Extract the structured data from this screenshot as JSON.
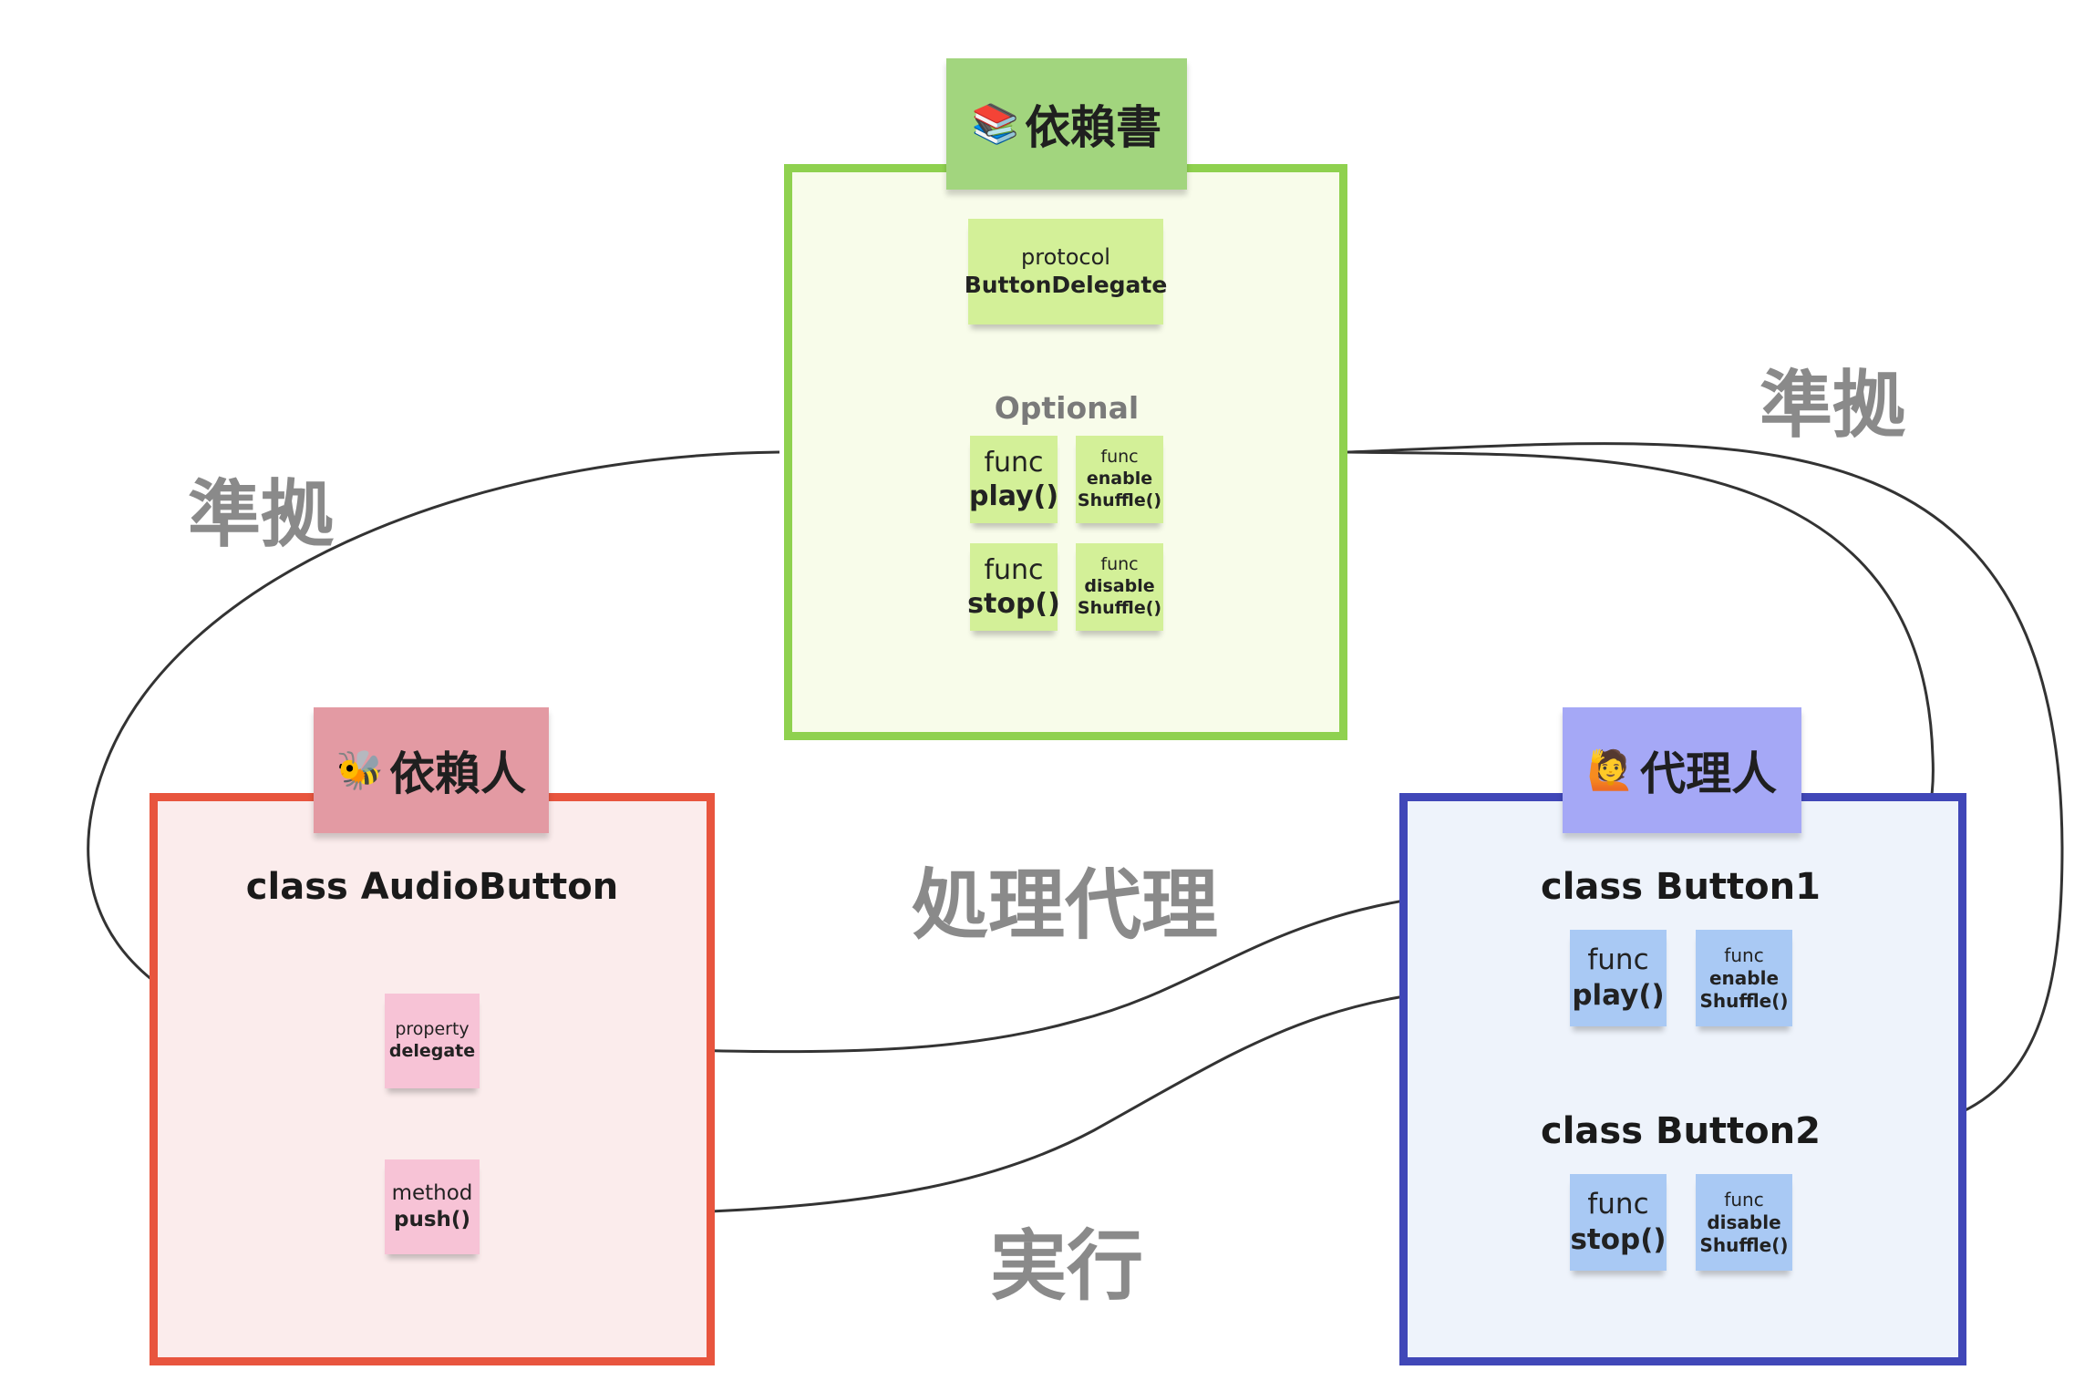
{
  "requirement_group": {
    "header_emoji": "📚",
    "header_label": "依賴書",
    "protocol": {
      "line1": "protocol",
      "line2": "ButtonDelegate"
    },
    "optional_label": "Optional",
    "notes": [
      {
        "line1": "func",
        "line2": "play()"
      },
      {
        "line1": "func",
        "line2": "enable",
        "line3": "Shuffle()"
      },
      {
        "line1": "func",
        "line2": "stop()"
      },
      {
        "line1": "func",
        "line2": "disable",
        "line3": "Shuffle()"
      }
    ]
  },
  "client_group": {
    "header_emoji": "🐝",
    "header_label": "依賴人",
    "class_name": "class AudioButton",
    "property_note": {
      "line1": "property",
      "line2": "delegate"
    },
    "method_note": {
      "line1": "method",
      "line2": "push()"
    }
  },
  "agent_group": {
    "header_emoji": "🙋",
    "header_label": "代理人",
    "class1_name": "class Button1",
    "class1_notes": [
      {
        "line1": "func",
        "line2": "play()"
      },
      {
        "line1": "func",
        "line2": "enable",
        "line3": "Shuffle()"
      }
    ],
    "class2_name": "class Button2",
    "class2_notes": [
      {
        "line1": "func",
        "line2": "stop()"
      },
      {
        "line1": "func",
        "line2": "disable",
        "line3": "Shuffle()"
      }
    ]
  },
  "labels": {
    "conform_left": "準拠",
    "conform_right": "準拠",
    "handle_delegate": "処理代理",
    "execute": "実行"
  },
  "colors": {
    "green_frame": "#8fd14f",
    "green_fill": "#f8fcea",
    "green_header": "#a2d57e",
    "red_frame": "#e8553e",
    "red_fill": "#fbecec",
    "red_header": "#e39aa3",
    "blue_frame": "#4047b8",
    "blue_fill": "#eef3fb",
    "blue_header": "#a5a8f6"
  }
}
